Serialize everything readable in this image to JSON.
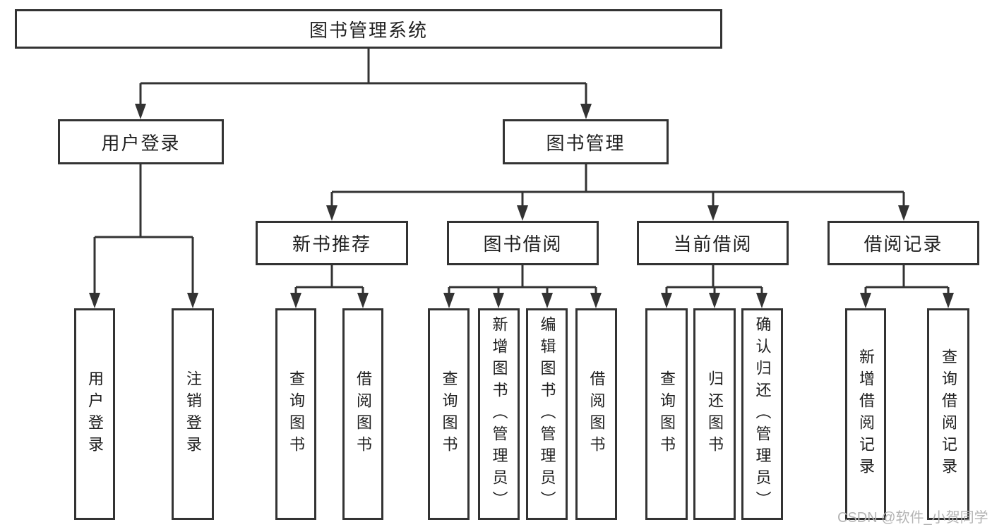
{
  "tree": {
    "root": {
      "label": "图书管理系统"
    },
    "branches": [
      {
        "label": "用户登录",
        "children": [
          {
            "label": "用户登录"
          },
          {
            "label": "注销登录"
          }
        ]
      },
      {
        "label": "图书管理",
        "children": [
          {
            "label": "新书推荐",
            "children": [
              {
                "label": "查询图书"
              },
              {
                "label": "借阅图书"
              }
            ]
          },
          {
            "label": "图书借阅",
            "children": [
              {
                "label": "查询图书"
              },
              {
                "label": "新增图书（管理员）"
              },
              {
                "label": "编辑图书（管理员）"
              },
              {
                "label": "借阅图书"
              }
            ]
          },
          {
            "label": "当前借阅",
            "children": [
              {
                "label": "查询图书"
              },
              {
                "label": "归还图书"
              },
              {
                "label": "确认归还（管理员）"
              }
            ]
          },
          {
            "label": "借阅记录",
            "children": [
              {
                "label": "新增借阅记录"
              },
              {
                "label": "查询借阅记录"
              }
            ]
          }
        ]
      }
    ]
  },
  "watermark": {
    "text": "CSDN @软件_小贺同学"
  },
  "colors": {
    "line": "#333333",
    "text": "#1f1f1f",
    "watermark": "#b4b4b4",
    "background": "#ffffff"
  }
}
